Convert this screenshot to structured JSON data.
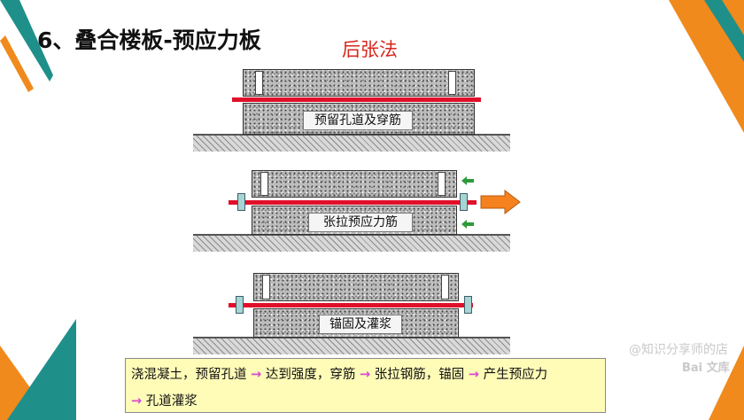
{
  "slide": {
    "title": "6、叠合楼板-预应力板",
    "method_label": "后张法"
  },
  "diagram": {
    "stages": [
      {
        "caption": "预留孔道及穿筋"
      },
      {
        "caption": "张拉预应力筋"
      },
      {
        "caption": "锚固及灌浆"
      }
    ],
    "arrow_color": "#f5821f",
    "tendon_color": "#e0102a",
    "small_arrow_color": "#2e9a3a"
  },
  "summary": {
    "line1": {
      "s1": "浇混凝土，预留孔道",
      "a1": "→",
      "s2": " 达到强度，穿筋",
      "a2": "→",
      "s3": " 张拉钢筋，锚固",
      "a3": "→",
      "s4": " 产生预应力"
    },
    "line2": {
      "a1": "→",
      "s1": " 孔道灌浆"
    }
  },
  "watermark": {
    "text": "@知识分享师的店",
    "logo": "Bai 文库"
  },
  "decor": {
    "teal": "#1f8f8a",
    "orange": "#f08a1c"
  }
}
